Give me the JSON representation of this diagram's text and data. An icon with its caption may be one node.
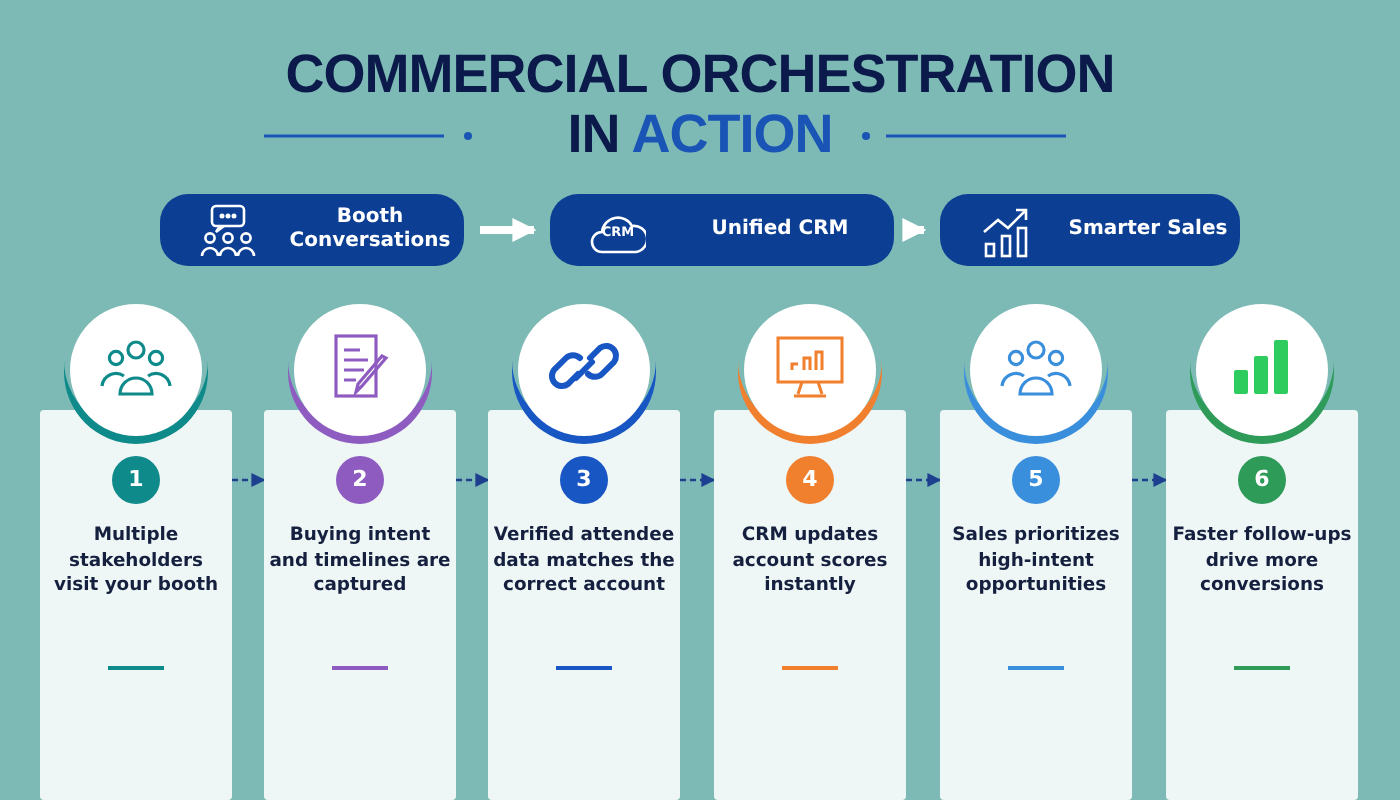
{
  "diagram": {
    "title": "COMMERCIAL ORCHESTRATION IN ACTION",
    "nodes": [
      {
        "text": [
          "Booth Conversations"
        ]
      },
      {
        "text": [
          "Unified CRM"
        ]
      },
      {
        "text": [
          "Smarter Sales"
        ]
      },
      {
        "text": [
          "1",
          "Multiple stakeholders visit your booth"
        ]
      },
      {
        "text": [
          "2",
          "Buying intent and timelines are captured"
        ]
      },
      {
        "text": [
          "3",
          "Verified attendee data matches the correct account"
        ]
      },
      {
        "text": [
          "4",
          "CRM updates account scores instantly"
        ]
      },
      {
        "text": [
          "5",
          "Sales prioritizes high-intent opportunities"
        ]
      },
      {
        "text": [
          "6",
          "Faster follow-ups drive more conversions"
        ]
      }
    ],
    "edges": [
      {
        "from": 0,
        "to": 1,
        "arrow": "to",
        "style": "thick",
        "color": "#ffffff"
      },
      {
        "from": 1,
        "to": 2,
        "arrow": "to",
        "style": "thick",
        "color": "#ffffff"
      },
      {
        "from": 3,
        "to": 4,
        "arrow": "to",
        "style": "dashed"
      },
      {
        "from": 4,
        "to": 5,
        "arrow": "to",
        "style": "dashed"
      },
      {
        "from": 5,
        "to": 6,
        "arrow": "to",
        "style": "dashed"
      },
      {
        "from": 6,
        "to": 7,
        "arrow": "to",
        "style": "dashed"
      },
      {
        "from": 7,
        "to": 8,
        "arrow": "to",
        "style": "dashed"
      }
    ],
    "labels": [
      "CRM"
    ]
  }
}
